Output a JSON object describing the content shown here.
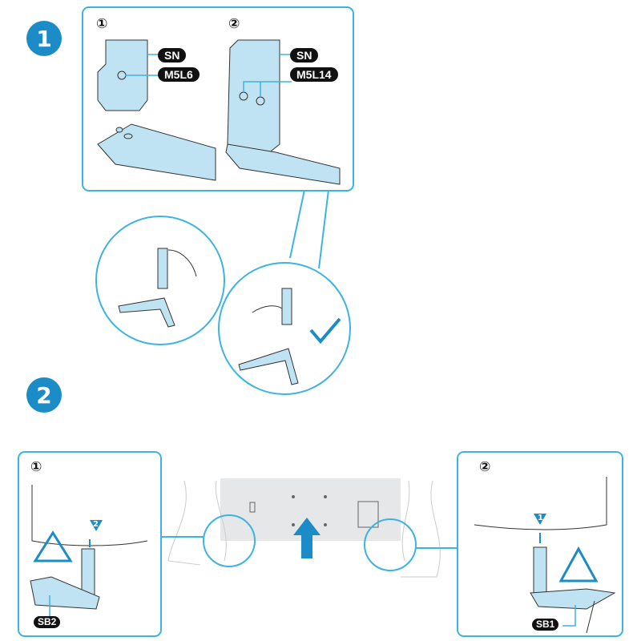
{
  "steps": {
    "step1": {
      "number": "1",
      "substeps": [
        "①",
        "②"
      ],
      "detail1_labels": {
        "stand_neck": "SN",
        "screw": "M5L6"
      },
      "detail2_labels": {
        "stand_neck": "SN",
        "screw": "M5L14"
      }
    },
    "step2": {
      "number": "2",
      "substeps": [
        "①",
        "②"
      ],
      "left_panel": {
        "base_label": "SB2",
        "order_marker": "2"
      },
      "right_panel": {
        "base_label": "SB1",
        "order_marker": "1"
      }
    }
  },
  "colors": {
    "accent": "#1b8cc8",
    "frame": "#3db3e3",
    "part_fill": "#bfe3f3"
  }
}
